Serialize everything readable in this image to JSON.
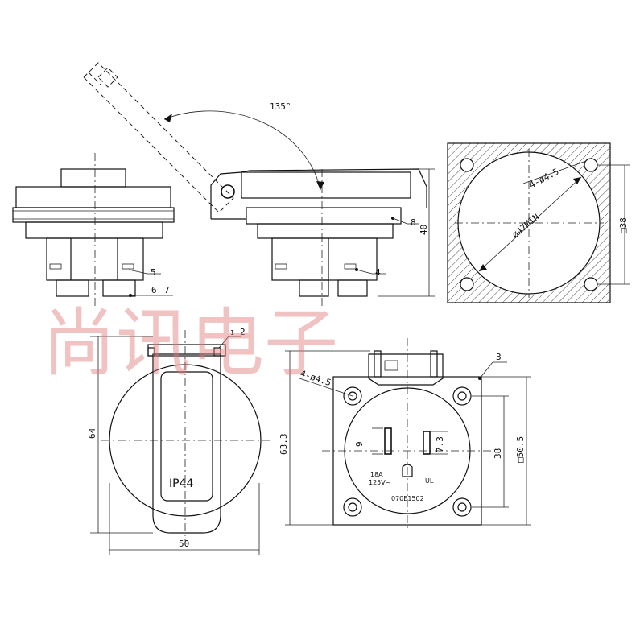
{
  "watermark": "尚讯电子",
  "labels": {
    "angle": "135°",
    "four_holes_top": "4-ø4.5",
    "four_holes_front": "4-ø4.5",
    "min_diameter": "ø47MIN",
    "cut_size": "□38",
    "height_40": "40",
    "p1": "1",
    "p2": "2",
    "p3": "3",
    "p4": "4",
    "p5": "5",
    "p6": "6",
    "p7": "7",
    "p8": "8",
    "dim_64": "64",
    "dim_50": "50",
    "dim_63_3": "63.3",
    "dim_38": "38",
    "dim_50_5": "□50.5",
    "dim_9": "9",
    "dim_7_3": "7.3",
    "ip_rating": "IP44",
    "rating_amp": "18A",
    "rating_volt": "125V~",
    "part_no": "070E1502",
    "cert_mark": "UL"
  }
}
